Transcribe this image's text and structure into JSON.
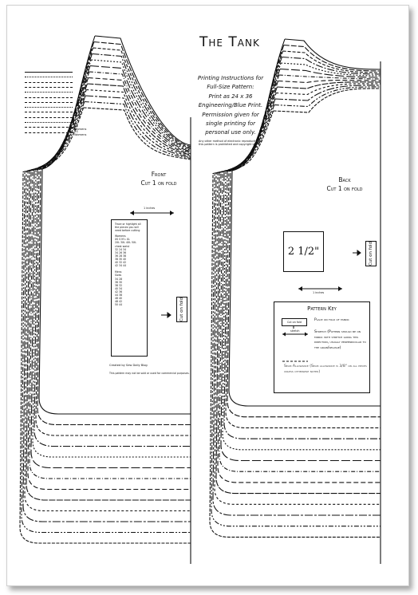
{
  "document": {
    "title": "The Tank",
    "instructions": [
      "Printing Instructions for",
      "Full-Size Pattern:",
      "Print as 24 x 36",
      "Engineering/Blue Print.",
      "Permission given for",
      "single printing for",
      "personal use only."
    ],
    "copyright_note": "Any other method of electronic reproduction of this pattern is prohibited and copyright law.",
    "legend_names": [
      "",
      "",
      "",
      "",
      "",
      "",
      "",
      "",
      "",
      "",
      "",
      "XS Womens",
      "XS Womens"
    ]
  },
  "front": {
    "label_line1": "Front",
    "label_line2": "Cut 1 on fold",
    "grain_label": "1 inches",
    "fold_label": "Cut on fold",
    "size_box_header": "Trace or highlight all the pieces you will need before cutting",
    "size_box_rows": [
      "Womens",
      "XS  S  M  L  XL",
      "2XL 3XL 4XL 5XL",
      "chest  waist",
      "32  24  34",
      "34  26  36",
      "36  28  38",
      "38  30  40",
      "40  32  42",
      "42  34  44",
      "",
      "Mens",
      "Sizes",
      "34  28",
      "36  30",
      "38  32",
      "40  34",
      "42  36",
      "44  38",
      "46  40",
      "48  42",
      "50  44"
    ],
    "footnote1": "Created by Sew Daily Blog",
    "footnote2": "This pattern may not be sold or used for commercial purposes."
  },
  "back": {
    "label_line1": "Back",
    "label_line2": "Cut 1 on fold",
    "fold_label": "Cut on fold",
    "grain_label": "1 inches",
    "square_label": "2 1/2\""
  },
  "pattern_key": {
    "title": "Pattern Key",
    "cut_on_fold": "Cut on fold",
    "stretch": "stretch",
    "place_on_fold": "Place on fold of fabric",
    "stretch_desc": "Stretch (Pattern should be on fabric with stretch going this direction, usually perpendicular to the grain/selvage)",
    "seam_allowance": "Seam Allowance (Seam allowance is 3/8\" on all pieces unless otherwise noted)"
  }
}
